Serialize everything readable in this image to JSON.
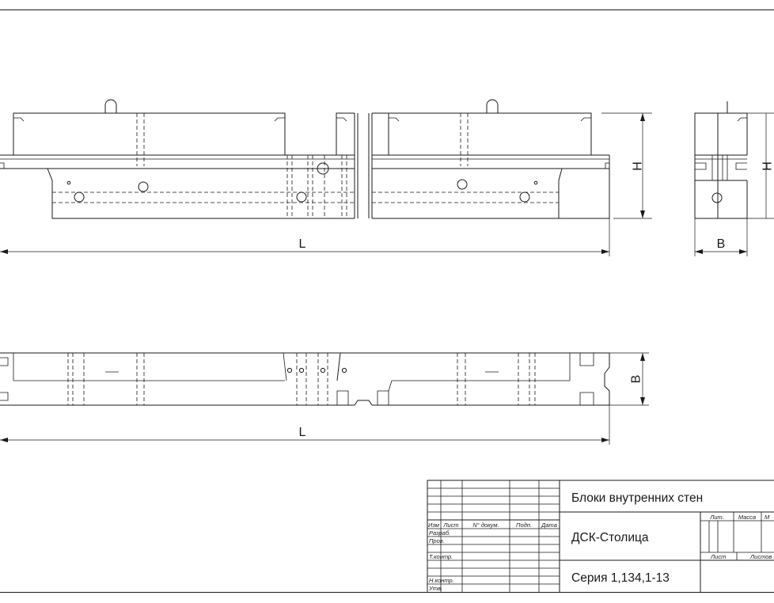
{
  "dimensions": {
    "front_length": "L",
    "front_height": "H",
    "side_height": "H",
    "side_width": "B",
    "plan_width": "B",
    "plan_length": "L"
  },
  "title_block": {
    "title": "Блоки внутренних стен",
    "organization": "ДСК-Столица",
    "series": "Серия 1,134,1-13",
    "cols": {
      "izm": "Изм",
      "list": "Лист",
      "doc": "N° докум.",
      "sign": "Подп.",
      "date": "Дата"
    },
    "roles": {
      "razrab": "Разраб.",
      "prov": "Пров.",
      "tkontr": "Т.контр.",
      "nkontr": "Н.контр.",
      "utv": "Утв."
    },
    "right": {
      "lit": "Лит.",
      "massa": "Масса",
      "masshtab": "М",
      "list": "Лист",
      "listov": "Листов"
    }
  }
}
